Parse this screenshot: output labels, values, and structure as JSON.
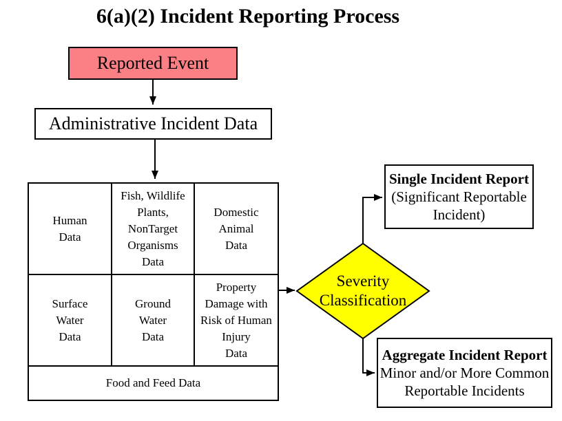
{
  "title": "6(a)(2) Incident Reporting Process",
  "colors": {
    "event_fill": "#FB8085",
    "decision_fill": "#FFFF00",
    "line": "#000000"
  },
  "nodes": {
    "reported_event": {
      "label": "Reported Event"
    },
    "admin_incident": {
      "label": "Administrative Incident Data"
    },
    "severity_decision": {
      "label": "Severity\nClassification"
    },
    "single_report": {
      "heading": "Single Incident Report",
      "body": "(Significant Reportable Incident)"
    },
    "aggregate_report": {
      "heading": "Aggregate Incident Report",
      "body": "Minor and/or More Common Reportable Incidents"
    }
  },
  "data_grid": {
    "cells": [
      "Human\nData",
      "Fish, Wildlife\nPlants,\nNonTarget\nOrganisms\nData",
      "Domestic\nAnimal\nData",
      "Surface\nWater\nData",
      "Ground\nWater\nData",
      "Property\nDamage with\nRisk of Human\nInjury\nData",
      "Food and Feed Data"
    ]
  }
}
